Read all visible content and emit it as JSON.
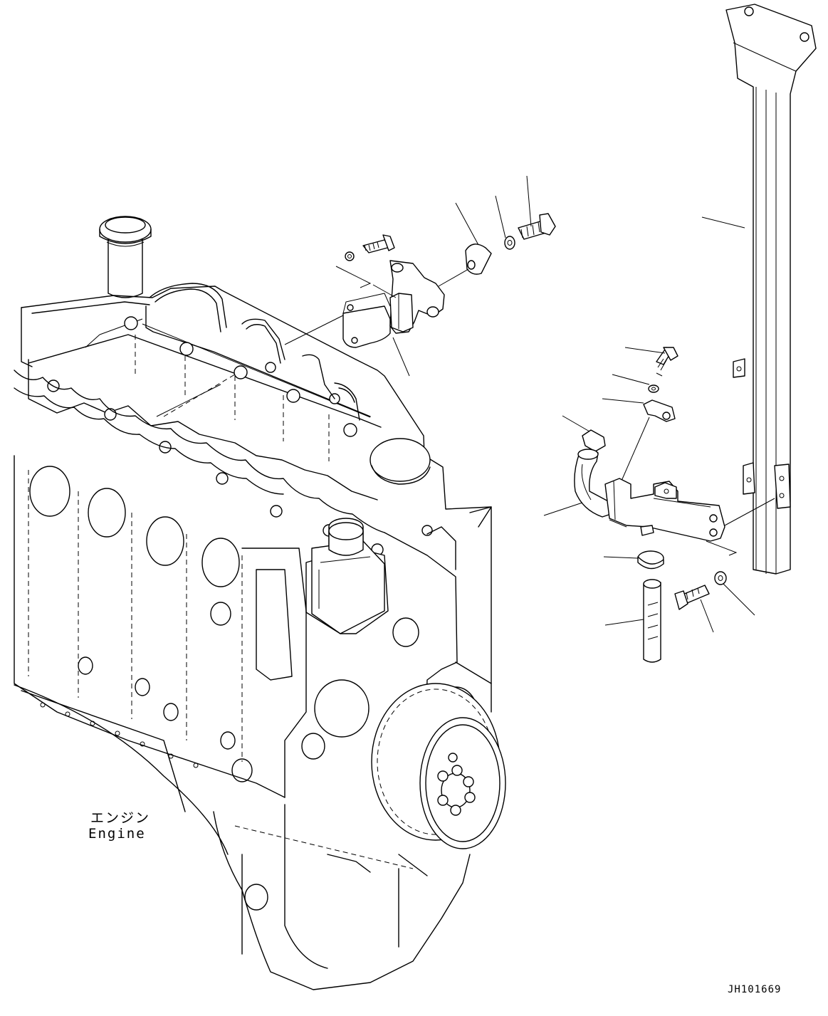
{
  "labels": {
    "engine_jp": "エンジン",
    "engine_en": "Engine",
    "drawing_number": "JH101669"
  }
}
